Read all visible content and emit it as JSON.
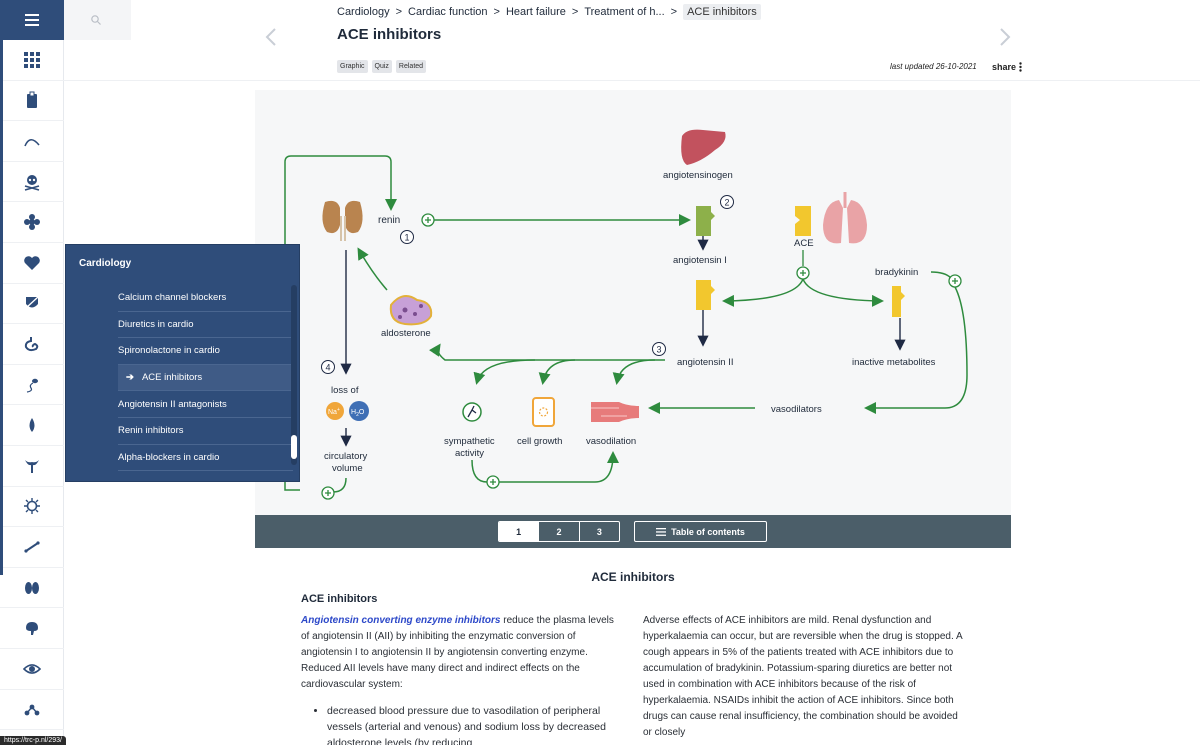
{
  "breadcrumb": {
    "items": [
      "Cardiology",
      "Cardiac function",
      "Heart failure",
      "Treatment of h...",
      "ACE inhibitors"
    ],
    "separator": ">"
  },
  "page": {
    "title": "ACE inhibitors",
    "tags": [
      "Graphic",
      "Quiz",
      "Related"
    ],
    "last_updated": "last updated 26-10-2021",
    "share_label": "share"
  },
  "diagram_labels": {
    "renin": "renin",
    "angiotensinogen": "angiotensinogen",
    "angiotensin_i": "angiotensin I",
    "ace": "ACE",
    "bradykinin": "bradykinin",
    "aldosterone": "aldosterone",
    "angiotensin_ii": "angiotensin II",
    "inactive_metabolites": "inactive metabolites",
    "loss_of": "loss of",
    "na": "Na",
    "na_sup": "+",
    "h2o": "H",
    "h2o_sub": "2",
    "h2o_o": "O",
    "vasodilators": "vasodilators",
    "sympathetic_1": "sympathetic",
    "sympathetic_2": "activity",
    "cell_growth": "cell growth",
    "vasodilation": "vasodilation",
    "circulatory_1": "circulatory",
    "circulatory_2": "volume",
    "step_1": "1",
    "step_2": "2",
    "step_3": "3",
    "step_4": "4"
  },
  "pager": {
    "pages": [
      "1",
      "2",
      "3"
    ],
    "active_page": "1",
    "toc_label": "Table of contents"
  },
  "article": {
    "title": "ACE inhibitors",
    "section_heading": "ACE inhibitors",
    "intro_link": "Angiotensin converting enzyme inhibitors",
    "intro_rest": " reduce the plasma levels of angiotensin II (AII) by inhibiting the enzymatic conversion of angiotensin I to angiotensin II by angiotensin converting enzyme. Reduced AII levels have many direct and indirect effects on the cardiovascular system:",
    "bullet_1": "decreased blood pressure due to vasodilation of peripheral vessels (arterial and venous) and sodium loss by decreased aldosterone levels (by reducing",
    "col2_text": "Adverse effects of ACE inhibitors are mild. Renal dysfunction and hyperkalaemia can occur, but are reversible when the drug is stopped. A cough appears in 5% of the patients treated with ACE inhibitors due to accumulation of bradykinin. Potassium-sparing diuretics are better not used in combination with ACE inhibitors because of the risk of hyperkalaemia. NSAIDs inhibit the action of ACE inhibitors. Since both drugs can cause renal insufficiency, the combination should be avoided or closely"
  },
  "menu": {
    "title": "Cardiology",
    "items": [
      "Calcium channel blockers",
      "Diuretics in cardio",
      "Spironolactone in cardio",
      "ACE inhibitors",
      "Angiotensin II antagonists",
      "Renin inhibitors",
      "Alpha-blockers in cardio"
    ],
    "active_arrow": "➔"
  },
  "status_url": "https://trc-p.nl/293/",
  "colors": {
    "rail_blue": "#2f4d7a",
    "arrow_green": "#2e8b3e",
    "arrow_navy": "#1f2a44",
    "link_blue": "#2d49c9",
    "pager_bg": "#4b5e69"
  },
  "rail_icons": [
    "grid-icon",
    "clipboard-icon",
    "curve-icon",
    "skull-icon",
    "puzzle-icon",
    "heart-icon",
    "shield-icon",
    "stomach-icon",
    "sperm-icon",
    "drop-icon",
    "thyroid-icon",
    "virus-icon",
    "bone-icon",
    "kidney-icon",
    "brain-icon",
    "eye-icon",
    "molecule-icon"
  ]
}
